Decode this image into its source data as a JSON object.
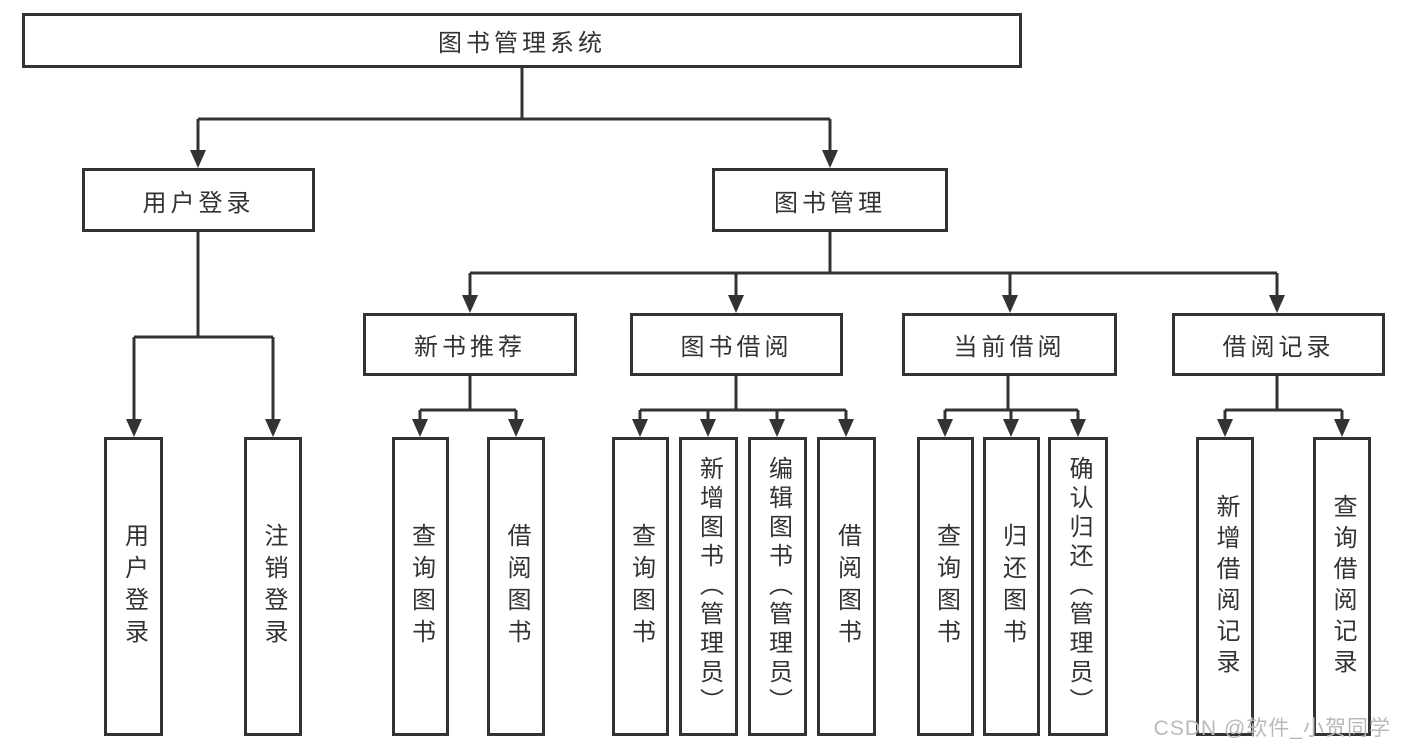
{
  "diagram": {
    "root": {
      "label": "图书管理系统"
    },
    "level2": [
      {
        "label": "用户登录"
      },
      {
        "label": "图书管理"
      }
    ],
    "level3": [
      {
        "label": "新书推荐",
        "parent": "图书管理"
      },
      {
        "label": "图书借阅",
        "parent": "图书管理"
      },
      {
        "label": "当前借阅",
        "parent": "图书管理"
      },
      {
        "label": "借阅记录",
        "parent": "图书管理"
      }
    ],
    "leaves": [
      {
        "label": "用户登录",
        "parent": "用户登录"
      },
      {
        "label": "注销登录",
        "parent": "用户登录"
      },
      {
        "label": "查询图书",
        "parent": "新书推荐"
      },
      {
        "label": "借阅图书",
        "parent": "新书推荐"
      },
      {
        "label": "查询图书",
        "parent": "图书借阅"
      },
      {
        "label": "新增图书（管理员）",
        "parent": "图书借阅"
      },
      {
        "label": "编辑图书（管理员）",
        "parent": "图书借阅"
      },
      {
        "label": "借阅图书",
        "parent": "图书借阅"
      },
      {
        "label": "查询图书",
        "parent": "当前借阅"
      },
      {
        "label": "归还图书",
        "parent": "当前借阅"
      },
      {
        "label": "确认归还（管理员）",
        "parent": "当前借阅"
      },
      {
        "label": "新增借阅记录",
        "parent": "借阅记录"
      },
      {
        "label": "查询借阅记录",
        "parent": "借阅记录"
      }
    ]
  },
  "watermark": {
    "text": "CSDN @软件_小贺同学"
  },
  "colors": {
    "line": "#333333",
    "text": "#333333",
    "background": "#ffffff",
    "watermark": "#b9b9b9"
  }
}
